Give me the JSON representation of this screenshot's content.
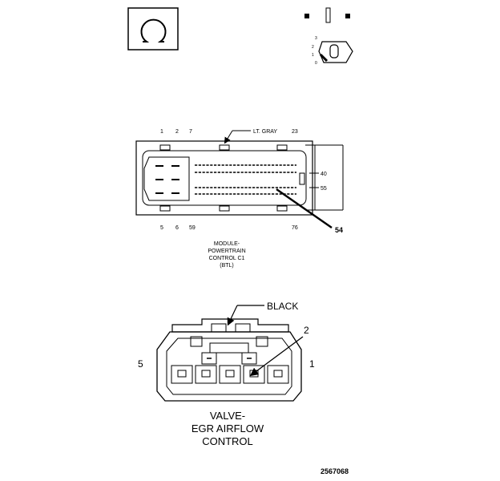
{
  "drawing_number": "2567068",
  "symbols": {
    "omega_box": "omega-icon",
    "connector_key": {
      "labels": [
        "3",
        "2",
        "1",
        "0"
      ]
    }
  },
  "module_connector": {
    "color_callout": "LT. GRAY",
    "top_pins": [
      "1",
      "2",
      "7",
      "23"
    ],
    "bottom_pins": [
      "5",
      "6",
      "59",
      "76"
    ],
    "right_pins": [
      "40",
      "55"
    ],
    "callout_pin": "54",
    "name_lines": [
      "MODULE-",
      "POWERTRAIN",
      "CONTROL C1",
      "(BTL)"
    ]
  },
  "valve_connector": {
    "color_callout": "BLACK",
    "pin_left": "5",
    "pin_right": "1",
    "callout_pin": "2",
    "name_lines": [
      "VALVE-",
      "EGR AIRFLOW",
      "CONTROL"
    ]
  }
}
